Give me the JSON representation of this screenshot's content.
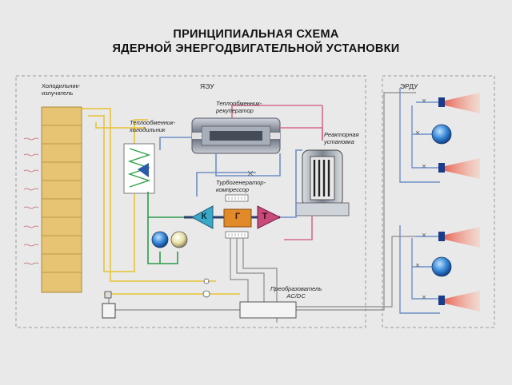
{
  "title": {
    "line1": "ПРИНЦИПИАЛЬНАЯ СХЕМА",
    "line2": "ЯДЕРНОЙ ЭНЕРГОДВИГАТЕЛЬНОЙ УСТАНОВКИ"
  },
  "sections": {
    "yaeu": "ЯЭУ",
    "erdu": "ЭРДУ"
  },
  "labels": {
    "cooler_emitter_l1": "Холодильник-",
    "cooler_emitter_l2": "излучатель",
    "hx_cooler_l1": "Теплообменник-",
    "hx_cooler_l2": "холодильник",
    "hx_recuperator_l1": "Теплообменник-",
    "hx_recuperator_l2": "рекуператор",
    "reactor_l1": "Реакторная",
    "reactor_l2": "установка",
    "turbogen_l1": "Турбогенератор-",
    "turbogen_l2": "компрессор",
    "converter_l1": "Преобразователь",
    "converter_l2": "AC/DC"
  },
  "machine_letters": {
    "compressor": "К",
    "generator": "Г",
    "turbine": "Т"
  },
  "colors": {
    "yellow_line": "#e8c84a",
    "blue_line": "#6f8fc8",
    "pink_line": "#d66a8a",
    "green_line": "#2f9a4a",
    "gray_line": "#8c8c8c",
    "radiator_fill": "#e5c070",
    "compressor_fill": "#3aa8c8",
    "generator_fill": "#e08a2a",
    "turbine_fill": "#c84a7a",
    "plume": "#f0a090",
    "tank_blue": "#2a7ac8"
  }
}
